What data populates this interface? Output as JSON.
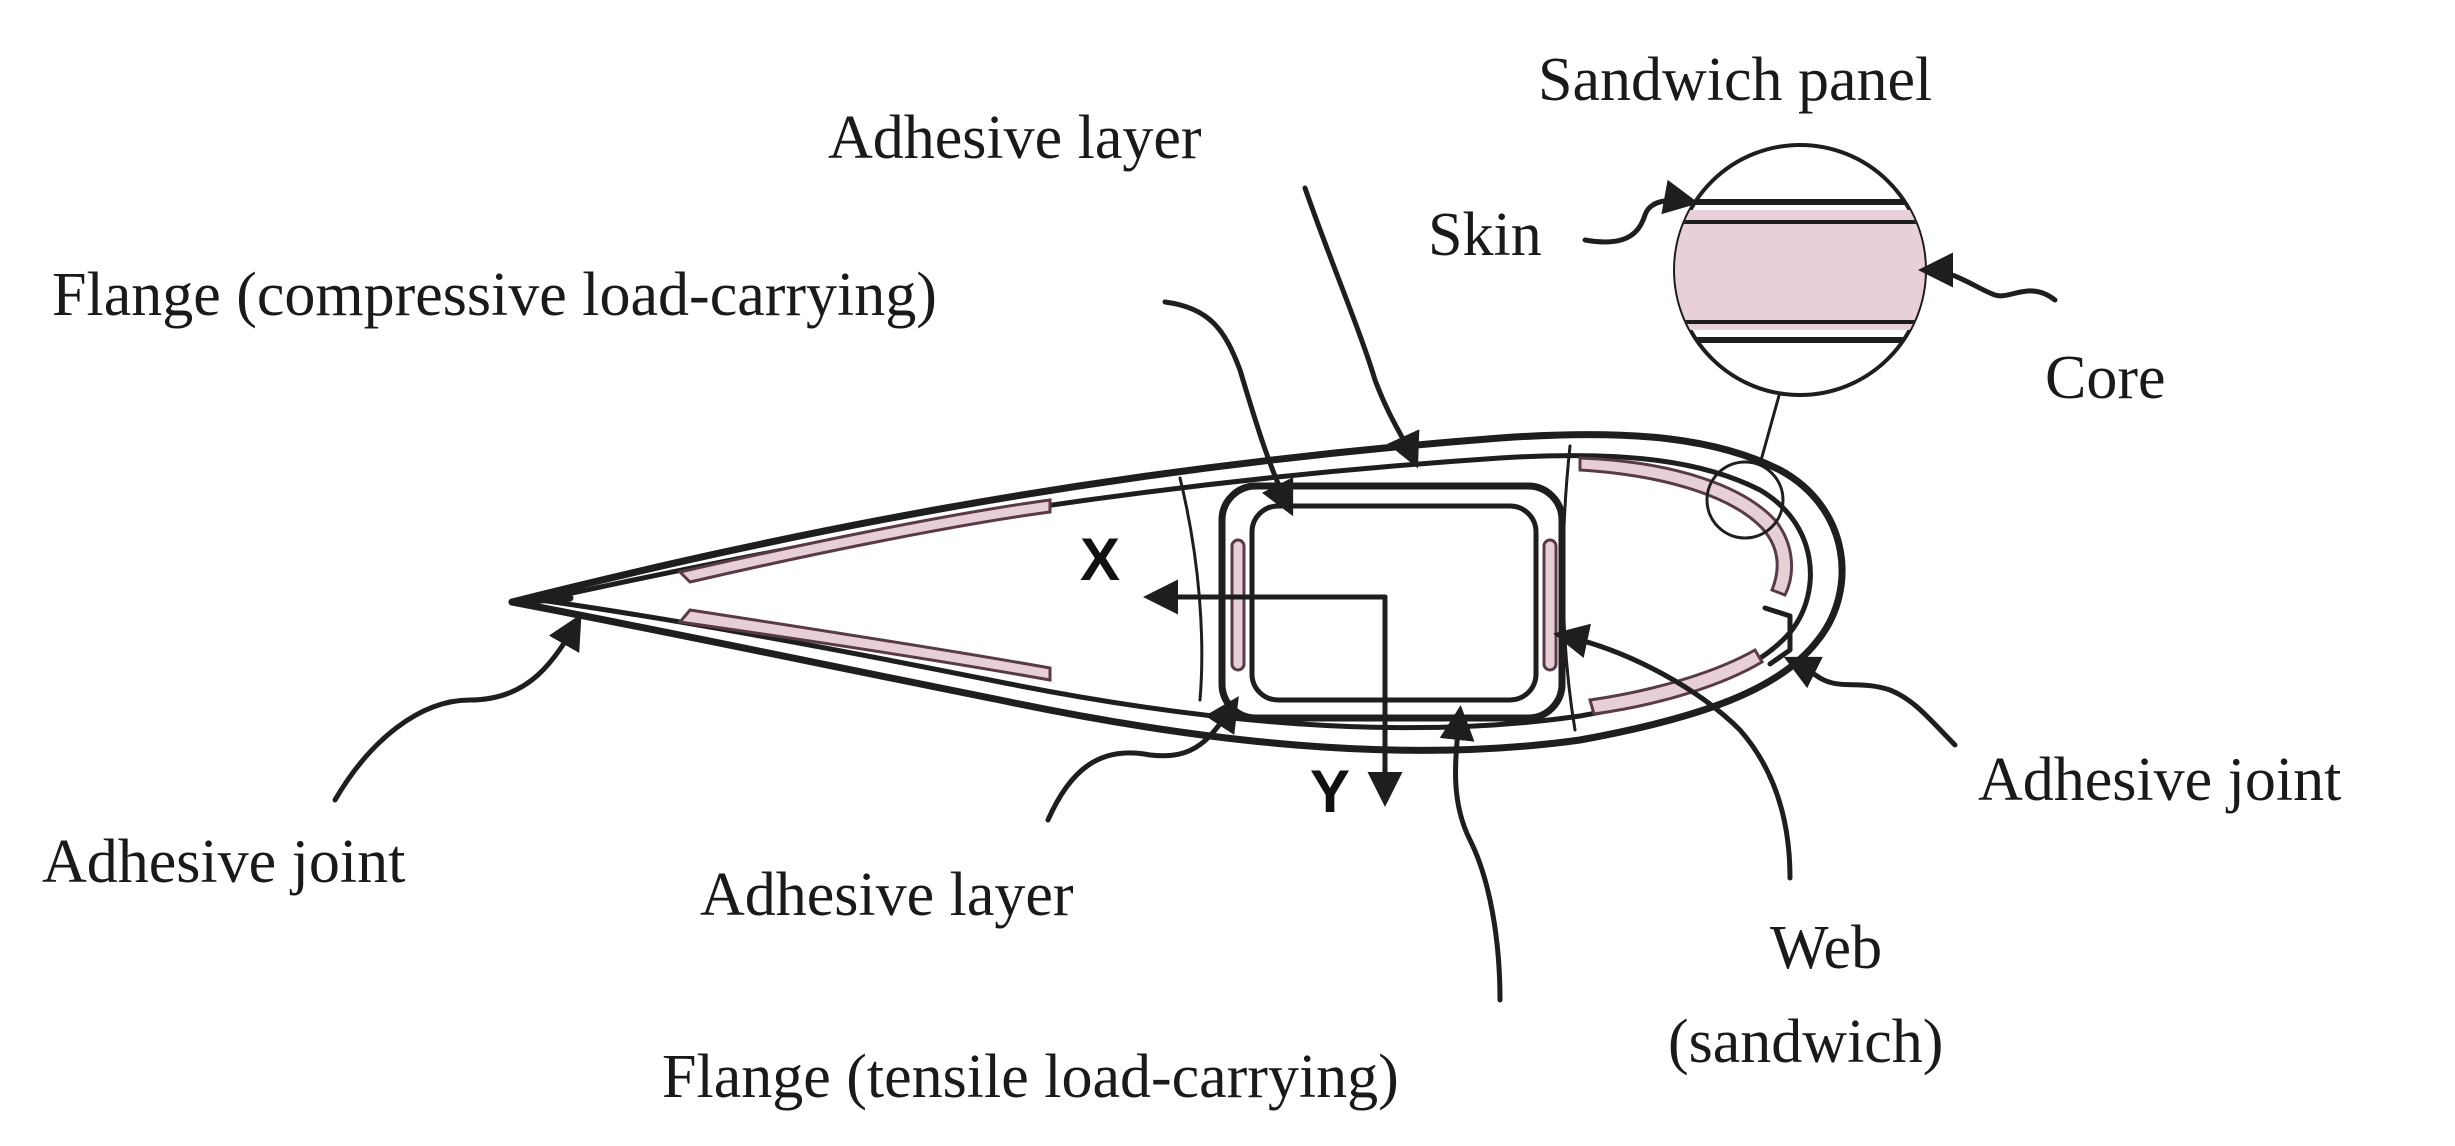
{
  "labels": {
    "sandwich_panel": "Sandwich panel",
    "skin": "Skin",
    "core": "Core",
    "adhesive_layer_top": "Adhesive layer",
    "flange_compressive": "Flange (compressive load-carrying)",
    "axis_x": "X",
    "axis_y": "Y",
    "adhesive_joint_left": "Adhesive joint",
    "adhesive_layer_bottom": "Adhesive layer",
    "flange_tensile": "Flange (tensile load-carrying)",
    "web_line1": "Web",
    "web_line2": "(sandwich)",
    "adhesive_joint_right": "Adhesive joint"
  },
  "colors": {
    "line": "#1e1e1e",
    "laminate": "#e7cfd8",
    "core": "#e9cfd9"
  }
}
